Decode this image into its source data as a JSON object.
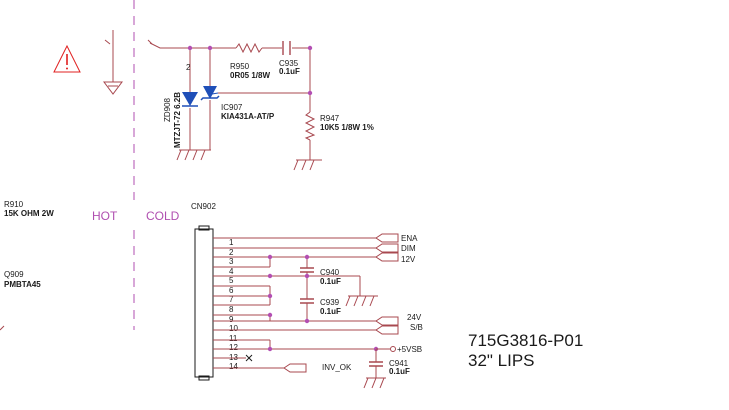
{
  "zones": {
    "hot": "HOT",
    "cold": "COLD"
  },
  "components": {
    "r910": {
      "ref": "R910",
      "value": "15K OHM 2W"
    },
    "q909": {
      "ref": "Q909",
      "value": "PMBTA45"
    },
    "zd908": {
      "ref": "ZD908",
      "value": "MTZJT-72 6.2B"
    },
    "ic907": {
      "ref": "IC907",
      "value": "KIA431A-AT/P"
    },
    "r950": {
      "ref": "R950",
      "value": "0R05 1/8W"
    },
    "c935": {
      "ref": "C935",
      "value": "0.1uF"
    },
    "r947": {
      "ref": "R947",
      "value": "10K5 1/8W 1%"
    },
    "cn902": {
      "ref": "CN902"
    },
    "c940": {
      "ref": "C940",
      "value": "0.1uF"
    },
    "c939": {
      "ref": "C939",
      "value": "0.1uF"
    },
    "c941": {
      "ref": "C941",
      "value": "0.1uF"
    }
  },
  "zener_pin": "2",
  "connector_pins": [
    "1",
    "2",
    "3",
    "4",
    "5",
    "6",
    "7",
    "8",
    "9",
    "10",
    "11",
    "12",
    "13",
    "14"
  ],
  "signals": {
    "ena": "ENA",
    "dim": "DIM",
    "v12": "12V",
    "v24": "24V",
    "sb": "S/B",
    "v5sb": "+5VSB",
    "inv_ok": "INV_OK"
  },
  "title_block": {
    "part_number": "715G3816-P01",
    "model": "32\" LIPS"
  },
  "colors": {
    "wire": "#a8484f",
    "junction": "#b34fb3",
    "zener": "#1f4fb8",
    "warning": "#e02020",
    "zone_divider": "#b04fb0",
    "text": "#1a1a1a"
  }
}
